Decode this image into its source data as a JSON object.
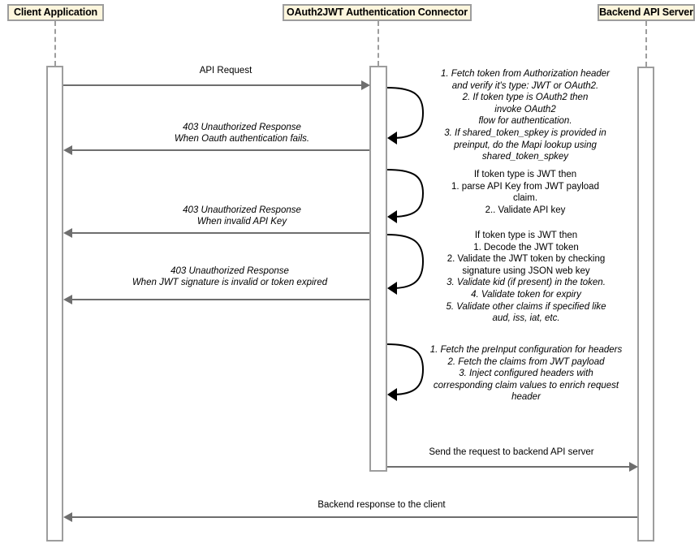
{
  "diagram": {
    "type": "uml-sequence-diagram",
    "title": "OAuth2JWT Authentication Connector flow",
    "colors": {
      "actor_fill": "#fdf6dd",
      "actor_border": "#9d9d9d",
      "lifeline": "#9d9d9d",
      "message_line": "#6e6e6e",
      "selfloop": "#000000",
      "text": "#000000",
      "background": "#ffffff"
    }
  },
  "participants": [
    {
      "id": "client",
      "label": "Client Application"
    },
    {
      "id": "connector",
      "label": "OAuth2JWT Authentication Connector"
    },
    {
      "id": "backend",
      "label": "Backend API Server"
    }
  ],
  "messages": [
    {
      "id": "m1",
      "from": "client",
      "to": "connector",
      "direction": "right",
      "italic": false,
      "label": "API Request"
    },
    {
      "id": "m2",
      "from": "connector",
      "to": "client",
      "direction": "left",
      "italic": true,
      "label": "403 Unauthorized Response\nWhen Oauth authentication fails."
    },
    {
      "id": "m3",
      "from": "connector",
      "to": "client",
      "direction": "left",
      "italic": true,
      "label": "403 Unauthorized Response\nWhen invalid API Key"
    },
    {
      "id": "m4",
      "from": "connector",
      "to": "client",
      "direction": "left",
      "italic": true,
      "label": "403 Unauthorized Response\nWhen JWT signature is invalid or token expired"
    },
    {
      "id": "m5",
      "from": "connector",
      "to": "backend",
      "direction": "right",
      "italic": false,
      "label": "Send the request to backend API server"
    },
    {
      "id": "m6",
      "from": "backend",
      "to": "client",
      "direction": "left",
      "italic": false,
      "label": "Backend response to the client"
    }
  ],
  "self_calls": [
    {
      "id": "s1",
      "on": "connector",
      "lines": [
        {
          "text": "1. Fetch token from Authorization header",
          "italic": true
        },
        {
          "text": "and verify it's type: JWT or OAuth2.",
          "italic": true
        },
        {
          "text": "2. If token type is OAuth2 then",
          "italic": true
        },
        {
          "text": "invoke OAuth2",
          "italic": true
        },
        {
          "text": "flow for authentication.",
          "italic": true
        },
        {
          "text": "3. If shared_token_spkey is provided in",
          "italic": true
        },
        {
          "text": "preinput, do the Mapi lookup using",
          "italic": true
        },
        {
          "text": "shared_token_spkey",
          "italic": true
        }
      ]
    },
    {
      "id": "s2",
      "on": "connector",
      "lines": [
        {
          "text": "If token type is JWT then",
          "italic": false
        },
        {
          "text": "1. parse API Key from JWT payload",
          "italic": false
        },
        {
          "text": "claim.",
          "italic": false
        },
        {
          "text": "2.. Validate API key",
          "italic": false
        }
      ]
    },
    {
      "id": "s3",
      "on": "connector",
      "lines": [
        {
          "text": "If token type is JWT then",
          "italic": false
        },
        {
          "text": "1. Decode the JWT token",
          "italic": false
        },
        {
          "text": "2. Validate the JWT token by checking",
          "italic": false
        },
        {
          "text": "signature using JSON web key",
          "italic": false
        },
        {
          "text": "3. Validate kid (if present) in the token.",
          "italic": true
        },
        {
          "text": "4. Validate token for expiry",
          "italic": true
        },
        {
          "text": "5. Validate other claims if specified like",
          "italic": true
        },
        {
          "text": "aud, iss, iat, etc.",
          "italic": true
        }
      ]
    },
    {
      "id": "s4",
      "on": "connector",
      "lines": [
        {
          "text": "1. Fetch the preInput configuration for headers",
          "italic": true
        },
        {
          "text": "2. Fetch the claims from JWT payload",
          "italic": true
        },
        {
          "text": "3. Inject configured headers with",
          "italic": true
        },
        {
          "text": "corresponding claim values to enrich request",
          "italic": true
        },
        {
          "text": "header",
          "italic": true
        }
      ]
    }
  ]
}
